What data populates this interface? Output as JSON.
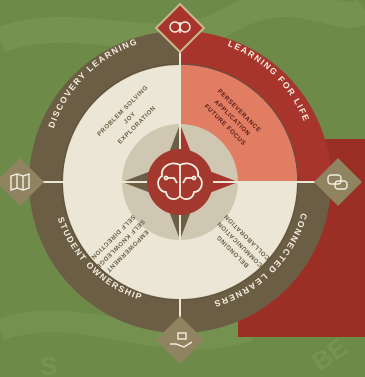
{
  "colors": {
    "background": "#6e8a49",
    "outer_ring": "#6b5e45",
    "outer_highlight": "#a8352c",
    "inner_ring": "#ece6d6",
    "inner_highlight": "#e17d63",
    "hub_ring": "#cfc7b2",
    "center": "#a3392e",
    "text_light": "#f4efe2",
    "text_dark": "#6b5e45"
  },
  "outer_segments": [
    {
      "label": "DISCOVERY LEARNING"
    },
    {
      "label": "LEARNING FOR LIFE"
    },
    {
      "label": "CONNECTED LEARNERS"
    },
    {
      "label": "STUDENT OWNERSHIP"
    }
  ],
  "inner_segments": [
    {
      "lines": [
        "PROBLEM SOLVING",
        "JOY",
        "EXPLORATION"
      ]
    },
    {
      "lines": [
        "PERSEVERANCE",
        "APPLICATION",
        "FUTURE FOCUS"
      ]
    },
    {
      "lines": [
        "BELONGING",
        "COMMUNICATION",
        "COLLABORATION"
      ]
    },
    {
      "lines": [
        "EMPOWERMENT",
        "SELF KNOWLEDGE",
        "SELF DIRECTION"
      ]
    }
  ],
  "icons": {
    "top": "brain-icon",
    "right": "chat-bubbles-icon",
    "bottom": "hand-holding-icon",
    "left": "map-icon",
    "center": "circuit-brain-icon"
  }
}
